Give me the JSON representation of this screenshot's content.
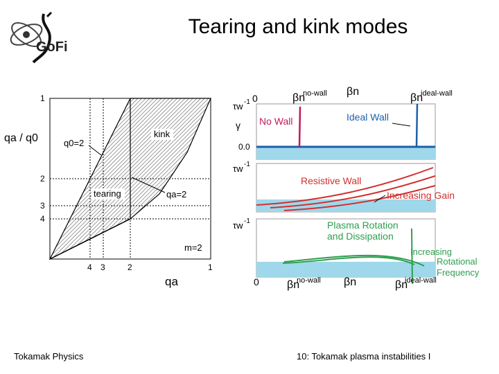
{
  "title": "Tearing and kink modes",
  "footer": {
    "left": "Tokamak Physics",
    "right": "10: Tokamak plasma instabilities I"
  },
  "logo": {
    "icon": "institute-logo-icon",
    "text": "GoFi"
  },
  "left_diagram": {
    "ylabel": "qa / q0",
    "xlabel": "qa",
    "y_ticks": [
      "1",
      "2",
      "3",
      "4"
    ],
    "x_ticks": [
      "4",
      "3",
      "2",
      "1"
    ],
    "labels": {
      "q0": "q0=2",
      "kink": "kink",
      "tearing": "tearing",
      "qa": "qa=2",
      "m": "m=2"
    }
  },
  "right_diagram": {
    "top_labels": {
      "nowall_beta": "βn",
      "nowall_sup": "no-wall",
      "beta": "βn",
      "ideal_beta": "βn",
      "ideal_sup": "ideal-wall"
    },
    "bottom_labels": {
      "zero": "0",
      "nowall_beta": "βn",
      "nowall_sup": "no-wall",
      "beta": "βn",
      "ideal_beta": "βn",
      "ideal_sup": "ideal-wall"
    },
    "panel1": {
      "zero": "0",
      "inv_tau": "τw",
      "inv_sup": "-1",
      "gamma": "γ",
      "floor": "0.0",
      "no_wall": "No Wall",
      "ideal_wall": "Ideal Wall"
    },
    "panel2": {
      "inv_tau": "τw",
      "inv_sup": "-1",
      "resistive": "Resistive Wall",
      "gain": "Increasing Gain"
    },
    "panel3": {
      "inv_tau": "τw",
      "inv_sup": "-1",
      "rotation": "Plasma Rotation",
      "dissipation": "and Dissipation",
      "increasing": "Increasing",
      "rotational": "Rotational",
      "frequency": "Frequency"
    },
    "colors": {
      "nowall": "#c2185b",
      "ideal": "#1e5fa8",
      "resistive": "#d32f2f",
      "rotation": "#2e9e4f",
      "band": "#9fd8ea"
    }
  }
}
